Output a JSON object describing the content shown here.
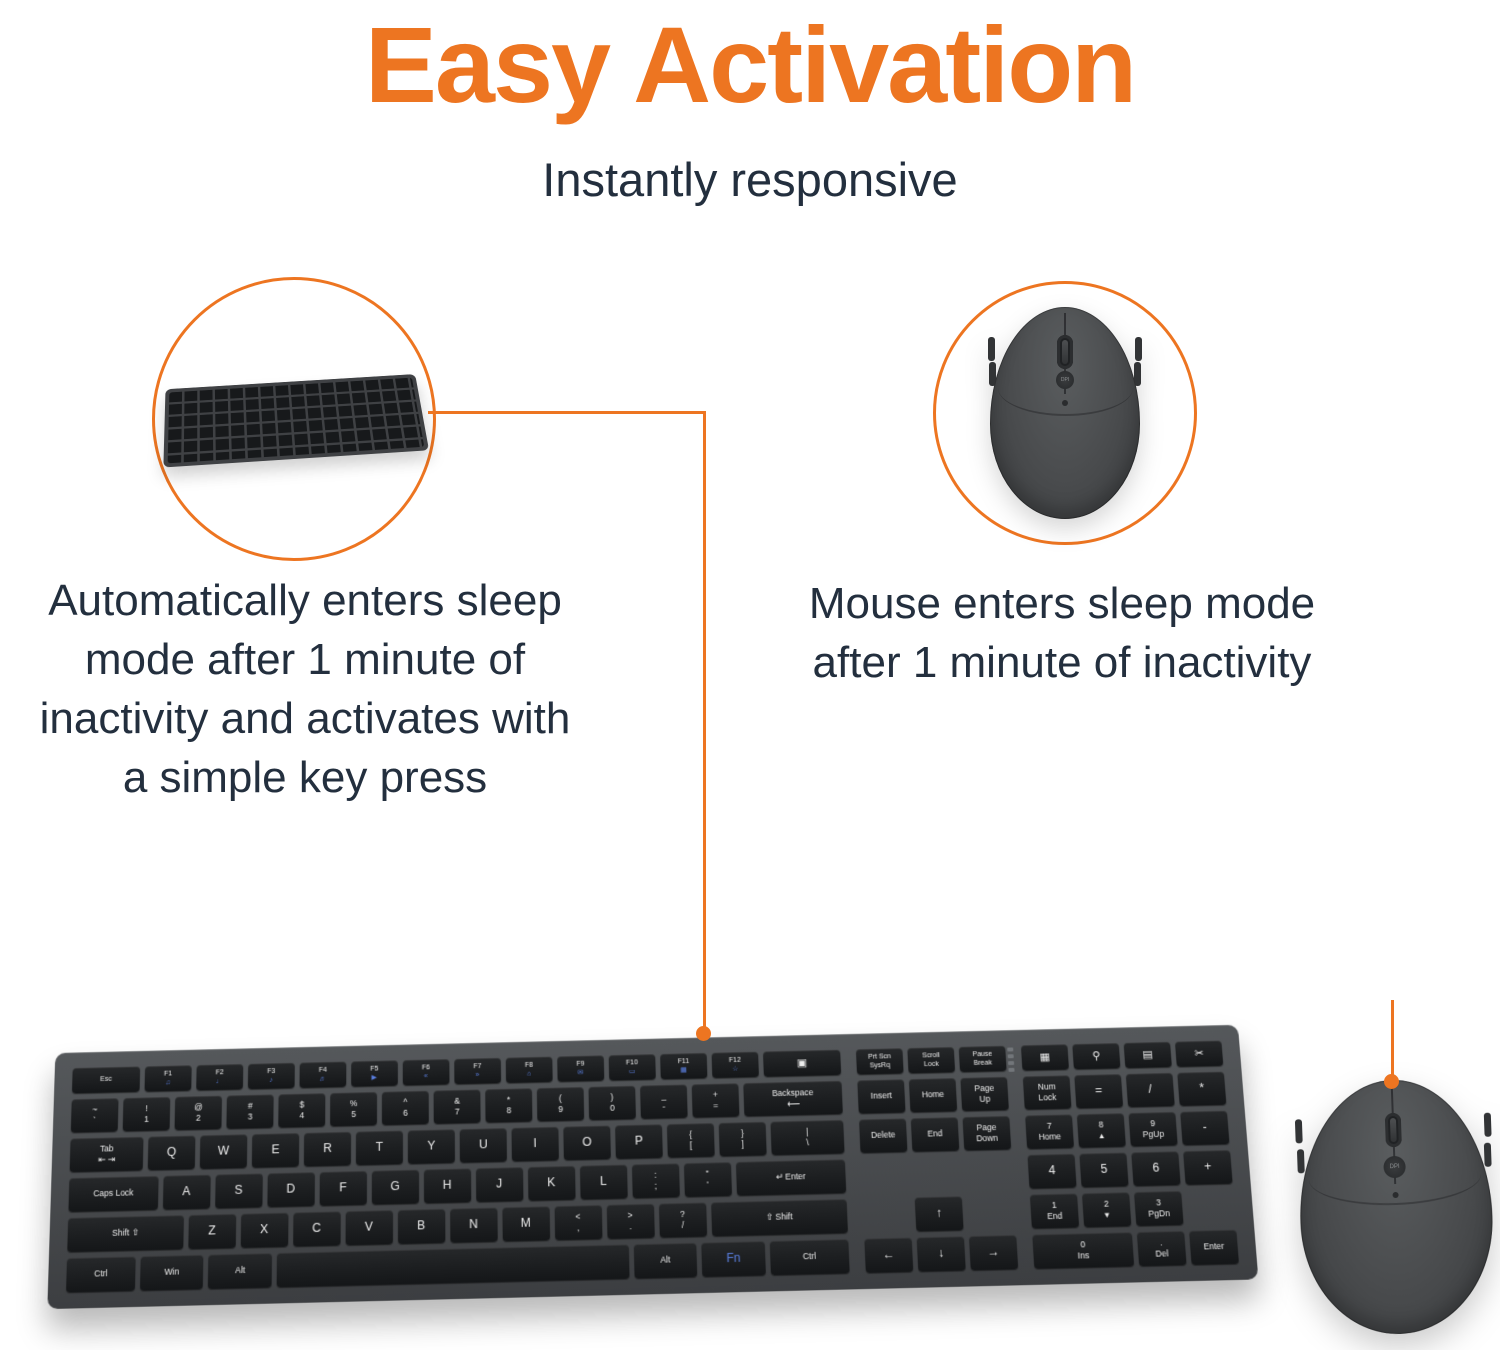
{
  "colors": {
    "accent": "#ED7521",
    "ink": "#232F3E",
    "key-text": "#EDEDED",
    "key-blue": "#5A7FE0",
    "bg": "#FFFFFF"
  },
  "header": {
    "title": "Easy Activation",
    "subtitle": "Instantly responsive"
  },
  "callouts": {
    "left": {
      "caption": "Automatically enters sleep\nmode after 1 minute of\ninactivity and activates with\na simple key press"
    },
    "right": {
      "caption": "Mouse enters sleep mode\nafter 1 minute of inactivity"
    }
  },
  "mouse": {
    "dpi": "DPI"
  },
  "keyboard": {
    "main_rows": [
      [
        {
          "l": [
            "Esc"
          ],
          "w": 1.4
        },
        {
          "l": [
            "F1",
            "♫"
          ],
          "bi": 1
        },
        {
          "l": [
            "F2",
            "♩"
          ],
          "bi": 1
        },
        {
          "l": [
            "F3",
            "♪"
          ],
          "bi": 1
        },
        {
          "l": [
            "F4",
            "♬"
          ],
          "bi": 1
        },
        {
          "l": [
            "F5",
            "▶"
          ],
          "bi": 1
        },
        {
          "l": [
            "F6",
            "«"
          ],
          "bi": 1
        },
        {
          "l": [
            "F7",
            "»"
          ],
          "bi": 1
        },
        {
          "l": [
            "F8",
            "⌂"
          ],
          "bi": 1
        },
        {
          "l": [
            "F9",
            "✉"
          ],
          "bi": 1
        },
        {
          "l": [
            "F10",
            "▭"
          ],
          "bi": 1
        },
        {
          "l": [
            "F11",
            "▦"
          ],
          "bi": 1
        },
        {
          "l": [
            "F12",
            "☆"
          ],
          "bi": 1
        },
        {
          "l": [
            "▣"
          ],
          "w": 1.6
        }
      ],
      [
        {
          "l": [
            "~",
            "`"
          ]
        },
        {
          "l": [
            "!",
            "1"
          ]
        },
        {
          "l": [
            "@",
            "2"
          ]
        },
        {
          "l": [
            "#",
            "3"
          ]
        },
        {
          "l": [
            "$",
            "4"
          ]
        },
        {
          "l": [
            "%",
            "5"
          ]
        },
        {
          "l": [
            "^",
            "6"
          ]
        },
        {
          "l": [
            "&",
            "7"
          ]
        },
        {
          "l": [
            "*",
            "8"
          ]
        },
        {
          "l": [
            "(",
            "9"
          ]
        },
        {
          "l": [
            ")",
            "0"
          ]
        },
        {
          "l": [
            "_",
            "-"
          ]
        },
        {
          "l": [
            "+",
            "="
          ]
        },
        {
          "l": [
            "Backspace",
            "⟵"
          ],
          "w": 2
        }
      ],
      [
        {
          "l": [
            "Tab",
            "⇤ ⇥"
          ],
          "w": 1.5
        },
        {
          "l": [
            "Q"
          ]
        },
        {
          "l": [
            "W"
          ]
        },
        {
          "l": [
            "E"
          ]
        },
        {
          "l": [
            "R"
          ]
        },
        {
          "l": [
            "T"
          ]
        },
        {
          "l": [
            "Y"
          ]
        },
        {
          "l": [
            "U"
          ]
        },
        {
          "l": [
            "I"
          ]
        },
        {
          "l": [
            "O"
          ]
        },
        {
          "l": [
            "P"
          ]
        },
        {
          "l": [
            "{",
            "["
          ]
        },
        {
          "l": [
            "}",
            "]"
          ]
        },
        {
          "l": [
            "|",
            "\\"
          ],
          "w": 1.5
        }
      ],
      [
        {
          "l": [
            "Caps Lock"
          ],
          "w": 1.8
        },
        {
          "l": [
            "A"
          ]
        },
        {
          "l": [
            "S"
          ]
        },
        {
          "l": [
            "D"
          ]
        },
        {
          "l": [
            "F"
          ]
        },
        {
          "l": [
            "G"
          ]
        },
        {
          "l": [
            "H"
          ]
        },
        {
          "l": [
            "J"
          ]
        },
        {
          "l": [
            "K"
          ]
        },
        {
          "l": [
            "L"
          ]
        },
        {
          "l": [
            ":",
            ";"
          ]
        },
        {
          "l": [
            "\"",
            "'"
          ]
        },
        {
          "l": [
            "↵ Enter"
          ],
          "w": 2.2
        }
      ],
      [
        {
          "l": [
            "Shift ⇧"
          ],
          "w": 2.3
        },
        {
          "l": [
            "Z"
          ]
        },
        {
          "l": [
            "X"
          ]
        },
        {
          "l": [
            "C"
          ]
        },
        {
          "l": [
            "V"
          ]
        },
        {
          "l": [
            "B"
          ]
        },
        {
          "l": [
            "N"
          ]
        },
        {
          "l": [
            "M"
          ]
        },
        {
          "l": [
            "<",
            ","
          ]
        },
        {
          "l": [
            ">",
            "."
          ]
        },
        {
          "l": [
            "?",
            "/"
          ]
        },
        {
          "l": [
            "⇧ Shift"
          ],
          "w": 2.7
        }
      ],
      [
        {
          "l": [
            "Ctrl"
          ],
          "w": 1.4
        },
        {
          "l": [
            "Win"
          ],
          "w": 1.3
        },
        {
          "l": [
            "Alt"
          ],
          "w": 1.3
        },
        {
          "l": [
            ""
          ],
          "w": 6.8
        },
        {
          "l": [
            "Alt"
          ],
          "w": 1.3
        },
        {
          "l": [
            "Fn"
          ],
          "w": 1.3,
          "blue": 1
        },
        {
          "l": [
            "Ctrl"
          ],
          "w": 1.6
        }
      ]
    ],
    "nav_rows": [
      [
        {
          "l": [
            "Prt Scn",
            "SysRq"
          ]
        },
        {
          "l": [
            "Scroll",
            "Lock"
          ]
        },
        {
          "l": [
            "Pause",
            "Break"
          ]
        }
      ],
      [
        {
          "l": [
            "Insert"
          ]
        },
        {
          "l": [
            "Home"
          ]
        },
        {
          "l": [
            "Page",
            "Up"
          ]
        }
      ],
      [
        {
          "l": [
            "Delete"
          ]
        },
        {
          "l": [
            "End"
          ]
        },
        {
          "l": [
            "Page",
            "Down"
          ]
        }
      ],
      [
        {
          "l": [],
          "w": 3,
          "sp": 1
        }
      ],
      [
        {
          "l": [],
          "sp": 1
        },
        {
          "l": [
            "↑"
          ]
        },
        {
          "l": [],
          "sp": 1
        }
      ],
      [
        {
          "l": [
            "←"
          ]
        },
        {
          "l": [
            "↓"
          ]
        },
        {
          "l": [
            "→"
          ]
        }
      ]
    ],
    "numpad_rows": [
      [
        {
          "l": [
            "▦"
          ]
        },
        {
          "l": [
            "⚲"
          ]
        },
        {
          "l": [
            "▤"
          ]
        },
        {
          "l": [
            "✂"
          ]
        }
      ],
      [
        {
          "l": [
            "Num",
            "Lock"
          ]
        },
        {
          "l": [
            "="
          ]
        },
        {
          "l": [
            "/"
          ]
        },
        {
          "l": [
            "*"
          ]
        }
      ],
      [
        {
          "l": [
            "7",
            "Home"
          ]
        },
        {
          "l": [
            "8",
            "▴"
          ]
        },
        {
          "l": [
            "9",
            "PgUp"
          ]
        },
        {
          "l": [
            "-"
          ]
        }
      ],
      [
        {
          "l": [
            "4"
          ]
        },
        {
          "l": [
            "5"
          ]
        },
        {
          "l": [
            "6"
          ]
        },
        {
          "l": [
            "+"
          ]
        }
      ],
      [
        {
          "l": [
            "1",
            "End"
          ]
        },
        {
          "l": [
            "2",
            "▾"
          ]
        },
        {
          "l": [
            "3",
            "PgDn"
          ]
        },
        {
          "l": [],
          "sp": 1
        }
      ],
      [
        {
          "l": [
            "0",
            "Ins"
          ],
          "w": 2
        },
        {
          "l": [
            ".",
            "Del"
          ]
        },
        {
          "l": [
            "Enter"
          ]
        }
      ]
    ]
  }
}
